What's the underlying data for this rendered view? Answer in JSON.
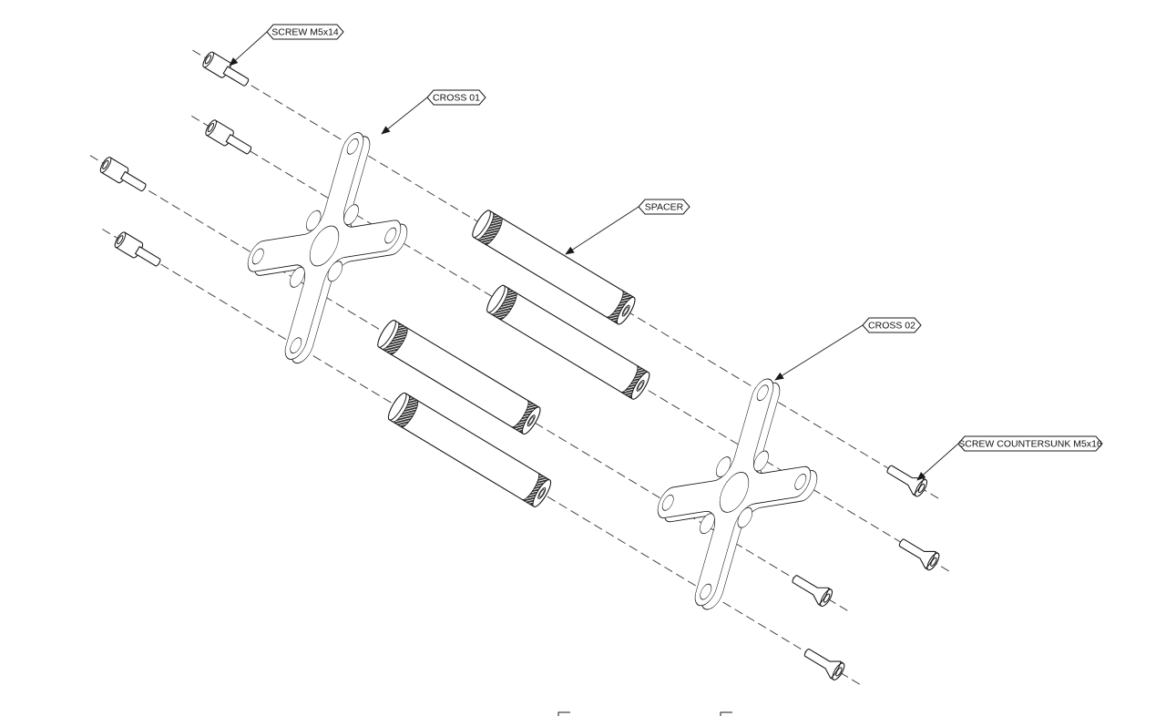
{
  "drawing": {
    "type": "exploded-assembly-technical-drawing",
    "background_color": "#ffffff",
    "line_color": "#1a1a1a",
    "labels": {
      "screw_m5x14": "SCREW M5x14",
      "cross_01": "CROSS 01",
      "spacer": "SPACER",
      "cross_02": "CROSS 02",
      "screw_countersunk_m5x16": "SCREW COUNTERSUNK M5x16"
    }
  }
}
